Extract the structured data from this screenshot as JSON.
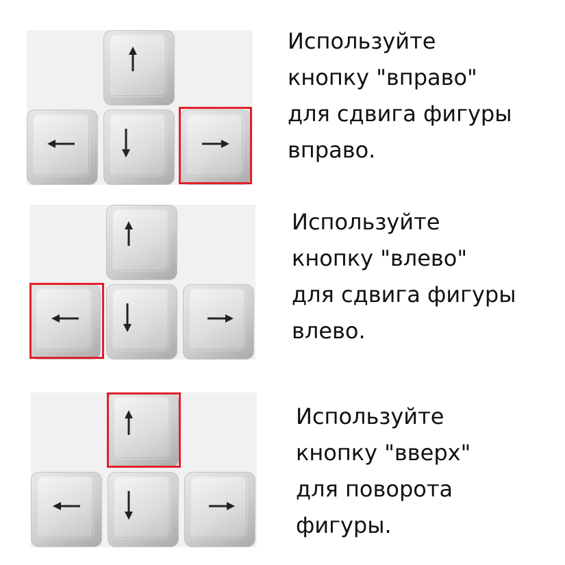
{
  "colors": {
    "highlight": "#e0202a",
    "text": "#111111",
    "pad_bg": "#f1f1f1"
  },
  "panels": [
    {
      "highlighted_key": "right",
      "caption": [
        "Используйте",
        "кнопку \"вправо\"",
        "для сдвига фигуры",
        "вправо."
      ]
    },
    {
      "highlighted_key": "left",
      "caption": [
        "Используйте",
        "кнопку \"влево\"",
        "для сдвига фигуры",
        "влево."
      ]
    },
    {
      "highlighted_key": "up",
      "caption": [
        "Используйте",
        "кнопку \"вверх\"",
        "для поворота",
        "фигуры."
      ]
    }
  ]
}
